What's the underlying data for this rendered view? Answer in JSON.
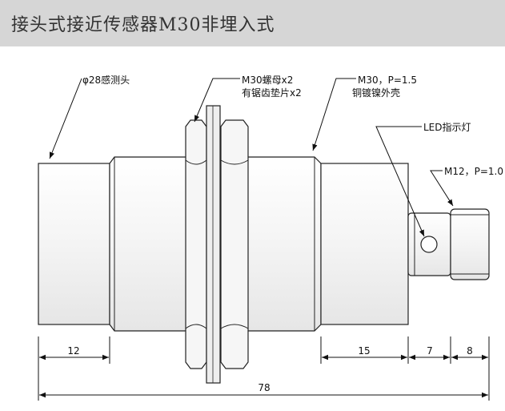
{
  "title": "接头式接近传感器M30非埋入式",
  "callouts": {
    "sensing_head": "φ28感测头",
    "nut_line1": "M30螺母x2",
    "nut_line2": "有锯齿垫片x2",
    "thread_line1": "M30，P=1.5",
    "thread_line2": "铜镀镍外壳",
    "led": "LED指示灯",
    "connector": "M12，P=1.0"
  },
  "dimensions": {
    "head_length": "12",
    "rear_length": "15",
    "neck_length": "7",
    "connector_length": "8",
    "total_length": "78"
  }
}
